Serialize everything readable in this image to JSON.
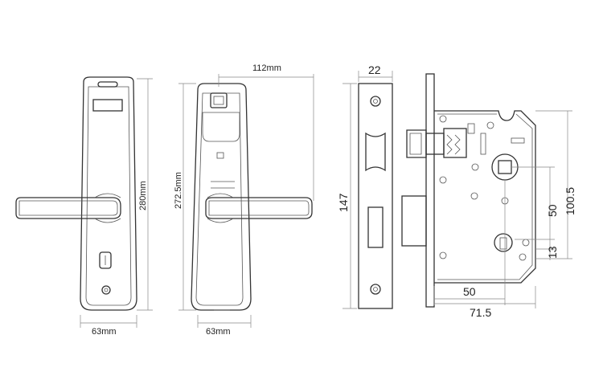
{
  "dimensions": {
    "front_height": "280mm",
    "front_width": "63mm",
    "back_height": "272.5mm",
    "back_width": "63mm",
    "depth": "112mm",
    "faceplate_width": "22",
    "faceplate_height": "147",
    "backset": "50",
    "body_height": "100.5",
    "center_distance": "50",
    "cylinder_offset": "13",
    "body_depth": "71.5"
  },
  "icons": {
    "front_panel": "door-handle-lock-front",
    "back_panel": "door-handle-lock-back",
    "mortise": "mortise-lock-body"
  }
}
